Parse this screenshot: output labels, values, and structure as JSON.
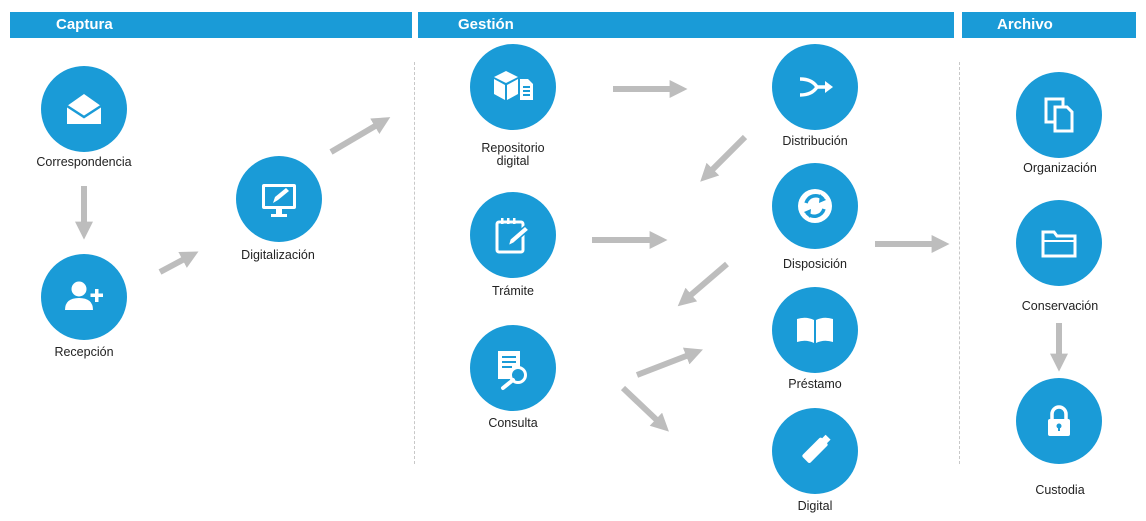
{
  "sections": {
    "captura": "Captura",
    "gestion": "Gestión",
    "archivo": "Archivo"
  },
  "nodes": {
    "correspondencia": {
      "label": "Correspondencia",
      "icon": "envelope-icon"
    },
    "recepcion": {
      "label": "Recepción",
      "icon": "add-user-icon"
    },
    "digitalizacion": {
      "label": "Digitalización",
      "icon": "monitor-pen-icon"
    },
    "repositorio": {
      "label": "Repositorio\ndigital",
      "icon": "cube-document-icon"
    },
    "tramite": {
      "label": "Trámite",
      "icon": "notepad-pen-icon"
    },
    "consulta": {
      "label": "Consulta",
      "icon": "document-search-icon"
    },
    "distribucion": {
      "label": "Distribución",
      "icon": "split-arrow-icon"
    },
    "disposicion": {
      "label": "Disposición",
      "icon": "refresh-icon"
    },
    "prestamo": {
      "label": "Préstamo",
      "icon": "open-book-icon"
    },
    "digital": {
      "label": "Digital",
      "icon": "usb-drive-icon"
    },
    "organizacion": {
      "label": "Organización",
      "icon": "copy-documents-icon"
    },
    "conservacion": {
      "label": "Conservación",
      "icon": "folder-icon"
    },
    "custodia": {
      "label": "Custodia",
      "icon": "lock-icon"
    }
  },
  "colors": {
    "accent": "#1a9bd7",
    "arrow": "#bdbdbd",
    "divider": "#c8c8c8",
    "text": "#222222"
  }
}
